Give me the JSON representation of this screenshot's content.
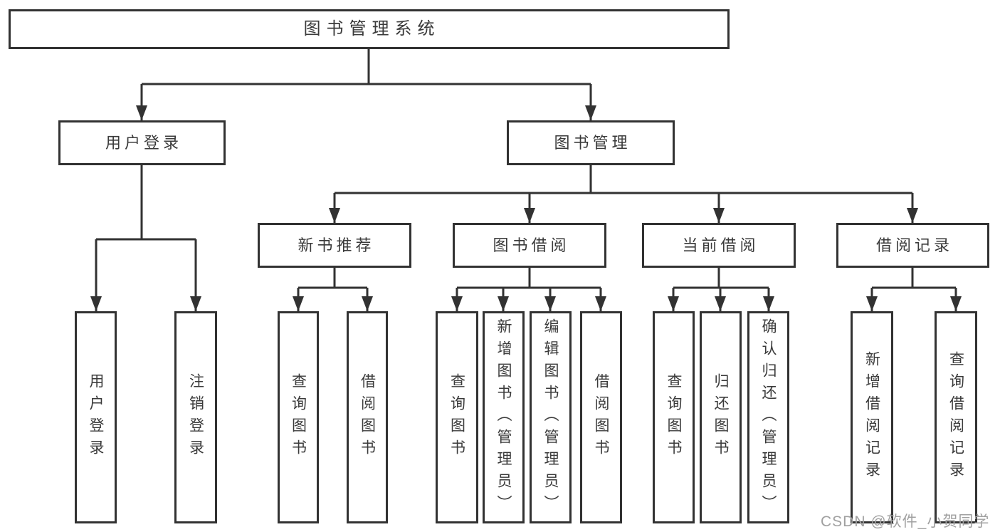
{
  "watermark": "CSDN @软件_小贺同学",
  "colors": {
    "line": "#323232",
    "text": "#3a3a3a",
    "watermark": "#a0a0a0"
  },
  "tree": {
    "root": "图书管理系统",
    "branches": [
      {
        "label": "用户登录",
        "children": [
          {
            "label": "用户登录"
          },
          {
            "label": "注销登录"
          }
        ]
      },
      {
        "label": "图书管理",
        "groups": [
          {
            "label": "新书推荐",
            "children": [
              {
                "label": "查询图书"
              },
              {
                "label": "借阅图书"
              }
            ]
          },
          {
            "label": "图书借阅",
            "children": [
              {
                "label": "查询图书"
              },
              {
                "label": "新增图书（管理员）"
              },
              {
                "label": "编辑图书（管理员）"
              },
              {
                "label": "借阅图书"
              }
            ]
          },
          {
            "label": "当前借阅",
            "children": [
              {
                "label": "查询图书"
              },
              {
                "label": "归还图书"
              },
              {
                "label": "确认归还（管理员）"
              }
            ]
          },
          {
            "label": "借阅记录",
            "children": [
              {
                "label": "新增借阅记录"
              },
              {
                "label": "查询借阅记录"
              }
            ]
          }
        ]
      }
    ]
  }
}
